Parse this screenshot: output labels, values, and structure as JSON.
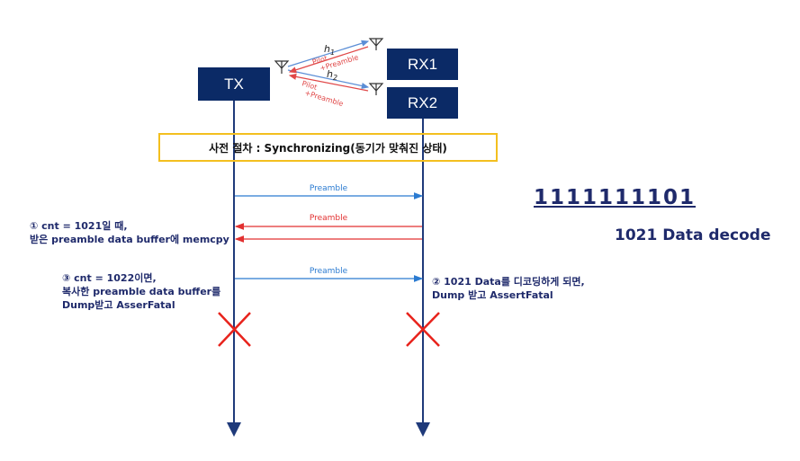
{
  "nodes": {
    "tx": "TX",
    "rx1": "RX1",
    "rx2": "RX2"
  },
  "channel": {
    "h1_label": "h",
    "h1_sub": "1",
    "h2_label": "h",
    "h2_sub": "2",
    "pilot_preamble_1": "Pilot\n+Preamble",
    "pilot_preamble_2": "Pilot\n+Preamble"
  },
  "sync_box": {
    "text": "사전 절차 : Synchronizing(동기가 맞춰진 상태)"
  },
  "messages": [
    {
      "label": "Preamble",
      "direction": "tx_to_rx",
      "color": "#2b7bd1"
    },
    {
      "label": "Preamble",
      "direction": "rx_to_tx",
      "color": "#e23030"
    },
    {
      "label": "",
      "direction": "rx_to_tx",
      "color": "#e23030"
    },
    {
      "label": "Preamble",
      "direction": "tx_to_rx",
      "color": "#2b7bd1"
    }
  ],
  "notes": {
    "step1_line1": "① cnt = 1021일 때,",
    "step1_line2": "받은 preamble data buffer에 memcpy",
    "step3_line1": "③ cnt = 1022이면,",
    "step3_line2": "복사한 preamble data buffer를",
    "step3_line3": "Dump받고 AsserFatal",
    "step2_line1": "② 1021 Data를 디코딩하게 되면,",
    "step2_line2": "Dump 받고 AssertFatal"
  },
  "bits": "1111111101",
  "decode_label": "1021 Data decode",
  "colors": {
    "node_fill": "#0b2a66",
    "lifeline": "#1f3a7a",
    "sync_border": "#f3bf1f",
    "cross": "#e8231c",
    "blue_arrow": "#2b7bd1",
    "red_arrow": "#e23030",
    "text_dark": "#1f2a6b"
  }
}
